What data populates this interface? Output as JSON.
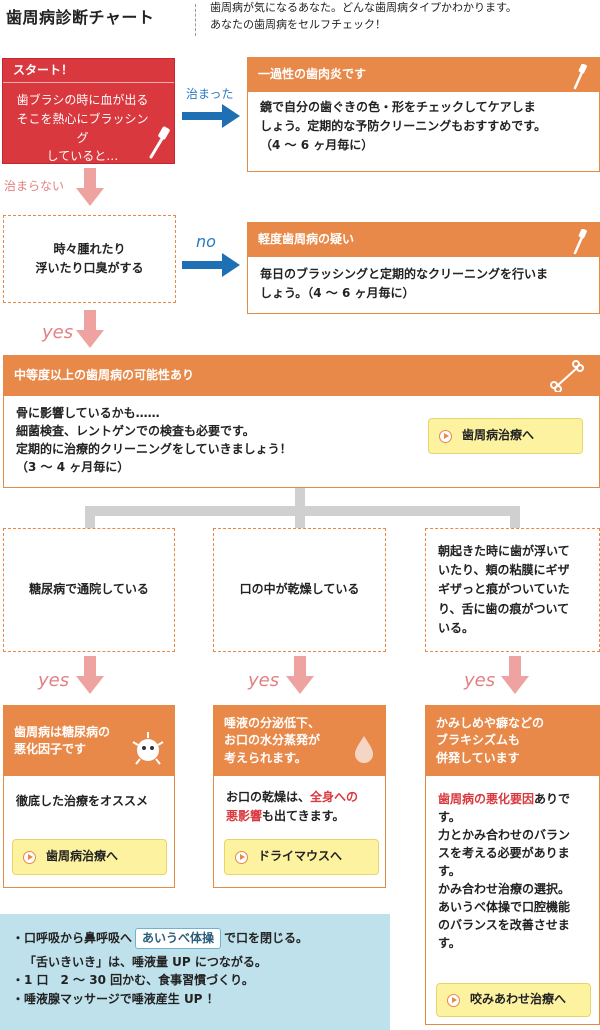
{
  "header": {
    "title": "歯周病診断チャート",
    "intro_line1": "歯周病が気になるあなた。どんな歯周病タイプかわかります。",
    "intro_line2": "あなたの歯周病をセルフチェック！"
  },
  "start": {
    "head": "スタート！",
    "body": [
      "歯ブラシの時に血が出る",
      "そこを熱心にブラッシング",
      "していると…"
    ]
  },
  "labels": {
    "cured": "治まった",
    "not_cured": "治まらない",
    "no": "no",
    "yes": "yes"
  },
  "result1": {
    "head": "一過性の歯肉炎です",
    "body": [
      "鏡で自分の歯ぐきの色・形をチェックしてケアしま",
      "しょう。定期的な予防クリーニングもおすすめです。",
      "（4 〜 6 ヶ月毎に）"
    ]
  },
  "question1": {
    "body": [
      "時々腫れたり",
      "浮いたり口臭がする"
    ]
  },
  "result2": {
    "head": "軽度歯周病の疑い",
    "body": [
      "毎日のブラッシングと定期的なクリーニングを行いま",
      "しょう。（4 〜 6 ヶ月毎に）"
    ]
  },
  "result3": {
    "head": "中等度以上の歯周病の可能性あり",
    "body": [
      "骨に影響しているかも……",
      "細菌検査、レントゲンでの検査も必要です。",
      "定期的に治療的クリーニングをしていきましょう！",
      "（3 〜 4 ヶ月毎に）"
    ],
    "button": "歯周病治療へ"
  },
  "branches": [
    {
      "question": [
        "糖尿病で通院している"
      ]
    },
    {
      "question": [
        "口の中が乾燥している"
      ]
    },
    {
      "question": [
        "朝起きた時に歯が浮いて",
        "いたり、頬の粘膜にギザ",
        "ギザっと痕がついていた",
        "り、舌に歯の痕がついて",
        "いる。"
      ]
    }
  ],
  "outcomes": {
    "a": {
      "head": [
        "歯周病は糖尿病の",
        "悪化因子です"
      ],
      "body": "徹底した治療をオススメ",
      "button": "歯周病治療へ"
    },
    "b": {
      "head": [
        "唾液の分泌低下、",
        "お口の水分蒸発が",
        "考えられます。"
      ],
      "body_pre": "お口の乾燥は、",
      "body_red": "全身への",
      "body_red2": "悪影響",
      "body_post": "も出てきます。",
      "button": "ドライマウスへ"
    },
    "c": {
      "head": [
        "かみしめや癖などの",
        "ブラキシズムも",
        "併発しています"
      ],
      "body_red": "歯周病の悪化要因",
      "body_post": "ありで",
      "body_lines": [
        "す。",
        "力とかみ合わせのバラン",
        "スを考える必要がありま",
        "す。",
        "かみ合わせ治療の選択。",
        "あいうべ体操で口腔機能",
        "のバランスを改善させま",
        "す。"
      ],
      "button": "咬みあわせ治療へ"
    }
  },
  "tips": {
    "line1_pre": "・口呼吸から鼻呼吸へ",
    "line1_chip": "あいうべ体操",
    "line1_post": "で口を閉じる。",
    "line2": "「舌いきいき」は、唾液量 UP につながる。",
    "line3": "・1 口　2 〜 30 回かむ、食事習慣づくり。",
    "line4": "・唾液腺マッサージで唾液産生 UP ！"
  },
  "colors": {
    "start_red": "#d9383e",
    "orange": "#e8894a",
    "arrow_blue": "#1f6fb5",
    "arrow_pink": "#eea3a0",
    "button_yellow": "#fdf2a0",
    "tips_blue": "#bfe1ec"
  }
}
